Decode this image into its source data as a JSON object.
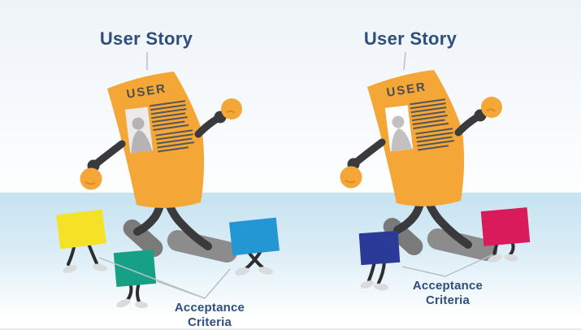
{
  "scenes": [
    {
      "id": "left",
      "title": "User Story",
      "paper_label": "USER",
      "caption_line1": "Acceptance",
      "caption_line2": "Criteria",
      "cards": [
        {
          "name": "yellow",
          "color": "#F5E126"
        },
        {
          "name": "teal",
          "color": "#16A187"
        },
        {
          "name": "blue",
          "color": "#2397D4"
        }
      ]
    },
    {
      "id": "right",
      "title": "User Story",
      "paper_label": "USER",
      "caption_line1": "Acceptance",
      "caption_line2": "Criteria",
      "cards": [
        {
          "name": "navy",
          "color": "#2B3A96"
        },
        {
          "name": "crimson",
          "color": "#D91A5B"
        }
      ]
    }
  ],
  "colors": {
    "title_text": "#2E4E7D",
    "paper_orange": "#F4A636",
    "limb_dark": "#3A3A3C",
    "shoe_front": "#8C8C8C",
    "shoe_back": "#7A7A7A",
    "floor_blue": "#C6E3F0",
    "pointer_line": "#B9C1C7"
  }
}
